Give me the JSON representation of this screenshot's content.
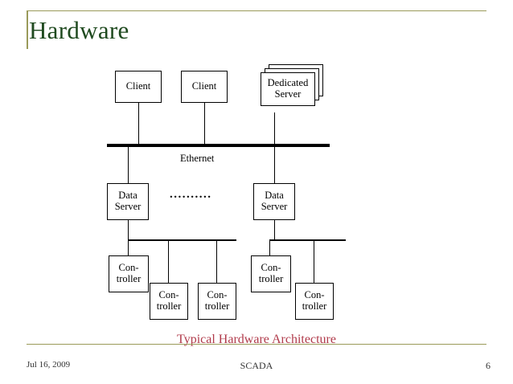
{
  "slide": {
    "title": "Hardware",
    "caption": "Typical Hardware Architecture"
  },
  "footer": {
    "date": "Jul 16, 2009",
    "center": "SCADA",
    "page": "6"
  },
  "diagram": {
    "bus_label": "Ethernet",
    "ellipsis": "..........",
    "nodes": [
      {
        "id": "client-1",
        "label": "Client"
      },
      {
        "id": "client-2",
        "label": "Client"
      },
      {
        "id": "dedicated-server",
        "label": "Dedicated\nServer"
      },
      {
        "id": "data-server-left",
        "label": "Data\nServer"
      },
      {
        "id": "data-server-right",
        "label": "Data\nServer"
      },
      {
        "id": "controller-1",
        "label": "Con-\ntroller"
      },
      {
        "id": "controller-2",
        "label": "Con-\ntroller"
      },
      {
        "id": "controller-3",
        "label": "Con-\ntroller"
      },
      {
        "id": "controller-4",
        "label": "Con-\ntroller"
      },
      {
        "id": "controller-5",
        "label": "Con-\ntroller"
      }
    ]
  },
  "colors": {
    "title": "#1f4a1f",
    "rule": "#9a9a5a",
    "caption": "#b03a4a",
    "diagram_line": "#000000"
  }
}
